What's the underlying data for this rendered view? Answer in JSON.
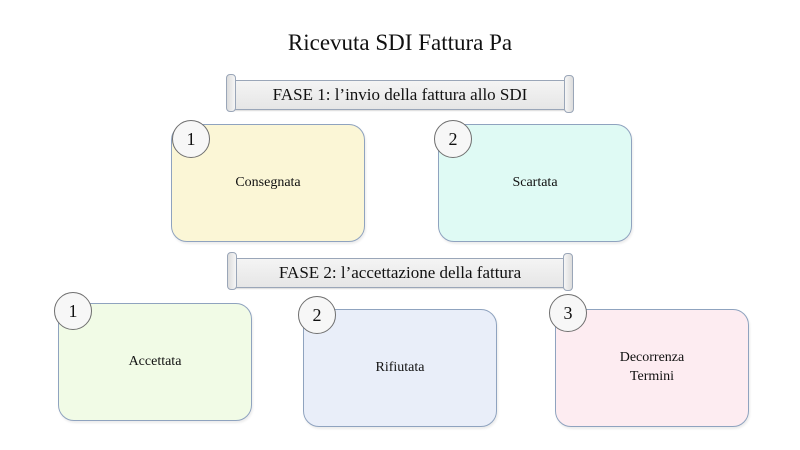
{
  "title": "Ricevuta SDI Fattura Pa",
  "phase1": {
    "label": "FASE 1: l’invio della fattura allo SDI",
    "items": [
      {
        "number": "1",
        "label": "Consegnata",
        "color": "#fbf6d6"
      },
      {
        "number": "2",
        "label": "Scartata",
        "color": "#dffaf4"
      }
    ]
  },
  "phase2": {
    "label": "FASE 2: l’accettazione della fattura",
    "items": [
      {
        "number": "1",
        "label": "Accettata",
        "color": "#f1fbe6"
      },
      {
        "number": "2",
        "label": "Rifiutata",
        "color": "#e9eef9"
      },
      {
        "number": "3",
        "label": "Decorrenza\nTermini",
        "color": "#fdecf1"
      }
    ]
  }
}
